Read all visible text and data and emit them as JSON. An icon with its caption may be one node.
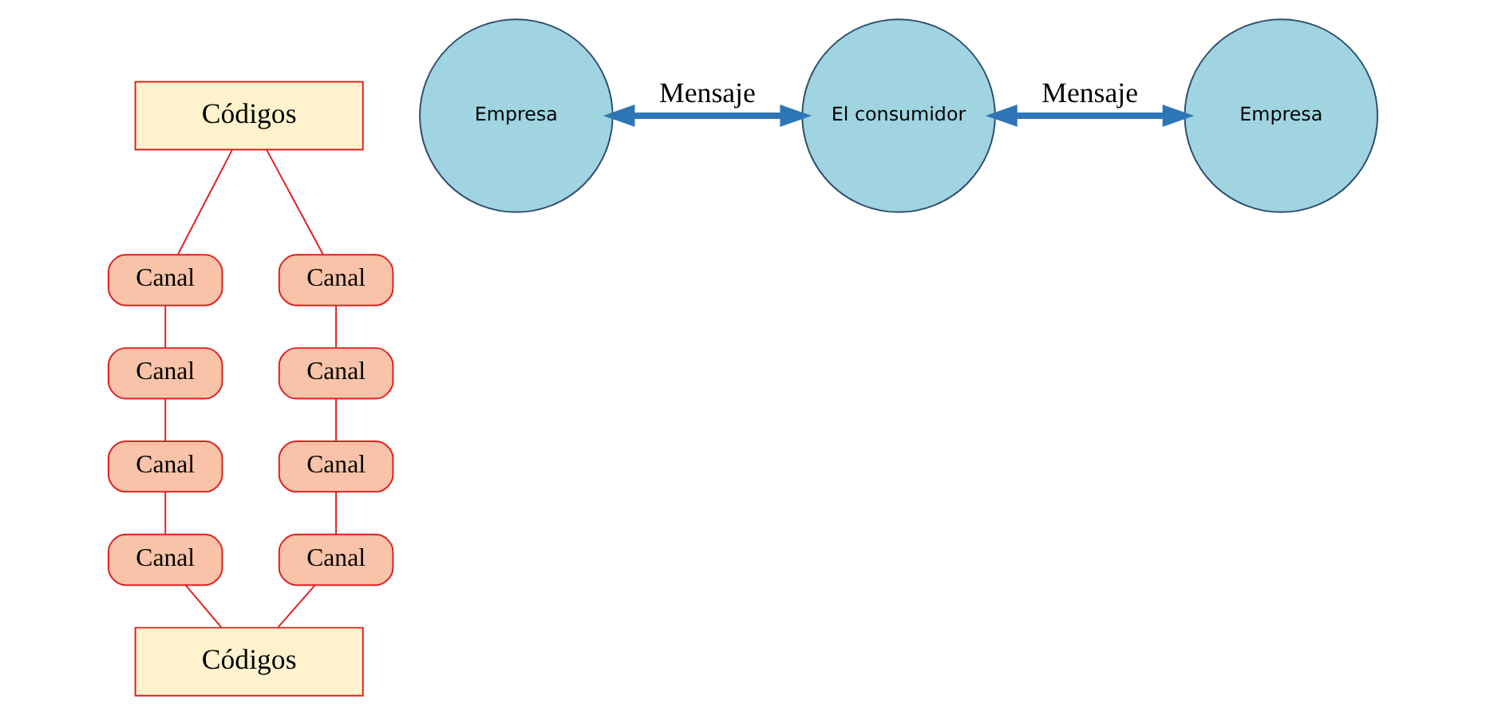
{
  "diagram": {
    "nodes": [
      {
        "text": [
          "Códigos"
        ]
      },
      {
        "text": [
          "Canal"
        ]
      },
      {
        "text": [
          "Canal"
        ]
      },
      {
        "text": [
          "Canal"
        ]
      },
      {
        "text": [
          "Canal"
        ]
      },
      {
        "text": [
          "Empresa"
        ]
      },
      {
        "text": [
          "El consumidor"
        ]
      },
      {
        "text": [
          "Empresa"
        ]
      },
      {
        "text": [
          "Canal"
        ]
      },
      {
        "text": [
          "Canal"
        ]
      },
      {
        "text": [
          "Canal"
        ]
      },
      {
        "text": [
          "Canal"
        ]
      },
      {
        "text": [
          "Códigos"
        ]
      }
    ],
    "edges": [
      {
        "from": 0,
        "to": 1,
        "arrow": "none"
      },
      {
        "from": 1,
        "to": 3,
        "arrow": "none"
      },
      {
        "from": 3,
        "to": 8,
        "arrow": "none"
      },
      {
        "from": 8,
        "to": 10,
        "arrow": "none"
      },
      {
        "from": 10,
        "to": 12,
        "arrow": "none"
      },
      {
        "from": 0,
        "to": 2,
        "arrow": "none"
      },
      {
        "from": 2,
        "to": 4,
        "arrow": "none"
      },
      {
        "from": 4,
        "to": 9,
        "arrow": "none"
      },
      {
        "from": 9,
        "to": 11,
        "arrow": "none"
      },
      {
        "from": 11,
        "to": 12,
        "arrow": "none"
      },
      {
        "from": 5,
        "to": 6,
        "arrow": "both",
        "label": "Mensaje",
        "style": "thick",
        "color": "#2e75b6"
      },
      {
        "from": 6,
        "to": 7,
        "arrow": "both",
        "label": "Mensaje",
        "style": "thick",
        "color": "#2e75b6"
      }
    ]
  }
}
